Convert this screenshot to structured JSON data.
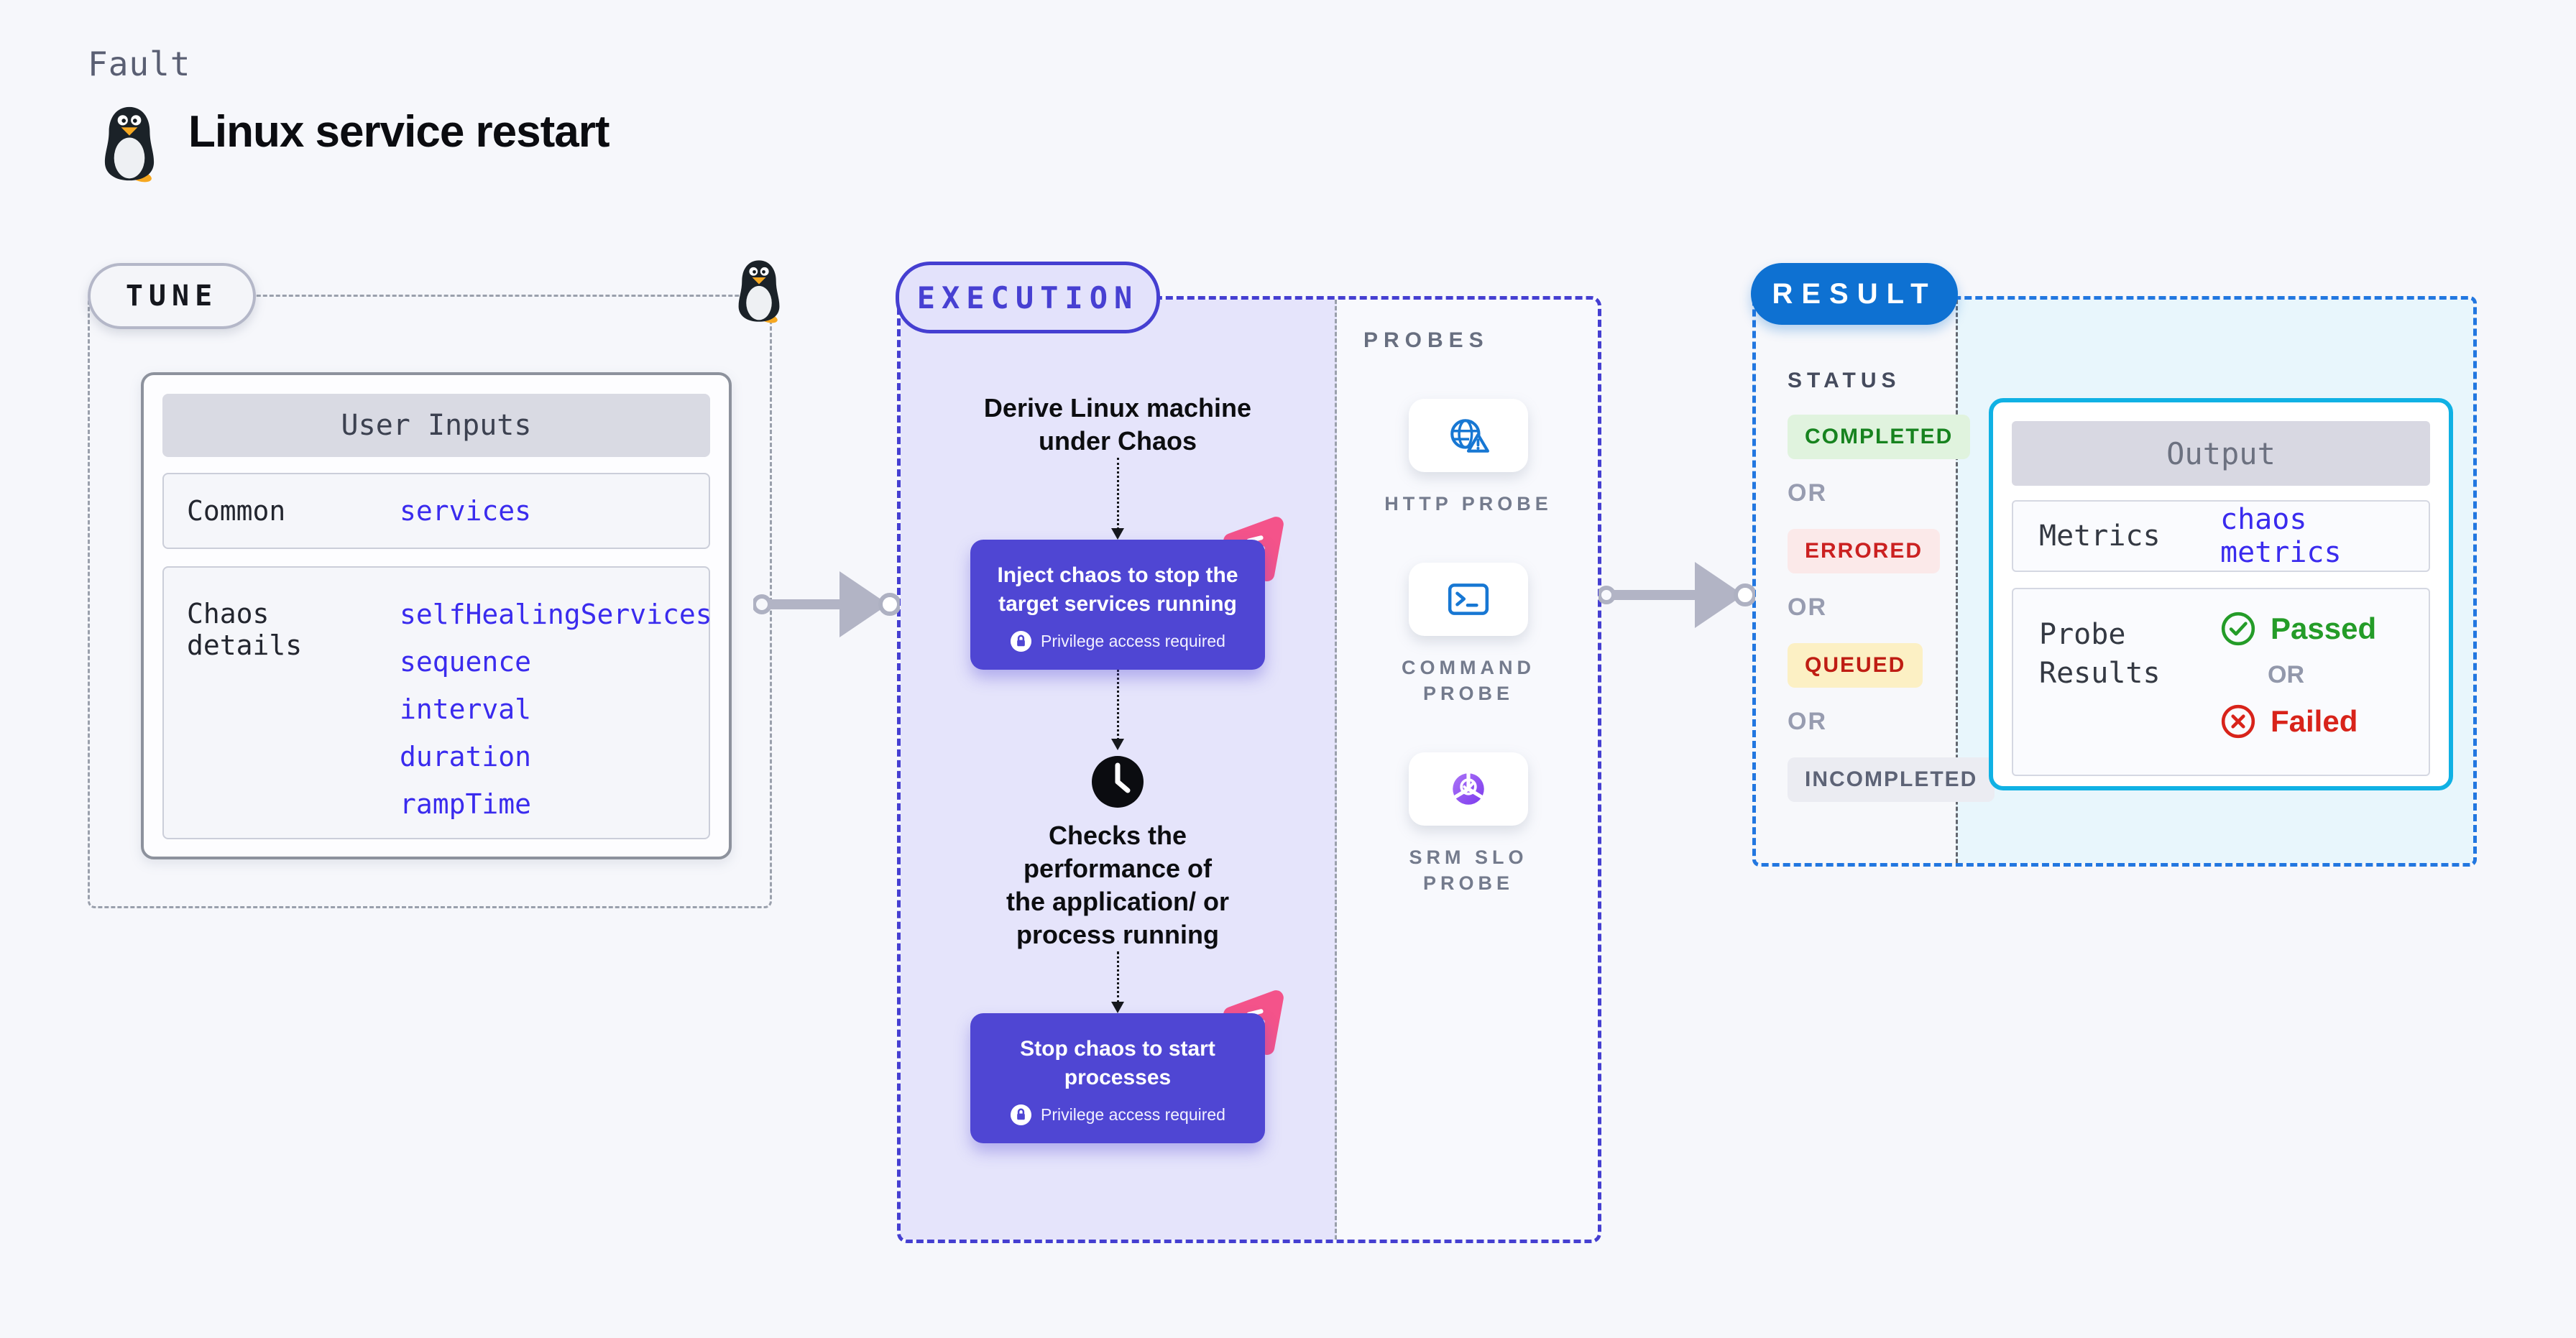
{
  "page": {
    "kicker": "Fault",
    "title": "Linux service restart",
    "icon": "penguin-icon"
  },
  "tune": {
    "badge": "TUNE",
    "corner_icon": "penguin-icon",
    "table": {
      "header": "User Inputs",
      "rows": [
        {
          "label": "Common",
          "values": [
            "services"
          ]
        },
        {
          "label": "Chaos details",
          "values": [
            "selfHealingServices",
            "sequence",
            "interval",
            "duration",
            "rampTime"
          ]
        }
      ]
    }
  },
  "execution": {
    "badge": "EXECUTION",
    "step1": "Derive Linux machine\nunder Chaos",
    "box1": {
      "title": "Inject chaos to stop the\ntarget services running",
      "badge": "Privilege access required",
      "icons": [
        "chaos-icon",
        "lock-icon"
      ]
    },
    "step2_icon": "clock-icon",
    "step2": "Checks the\nperformance of\nthe application/ or\nprocess running",
    "box2": {
      "title": "Stop chaos to start\nprocesses",
      "badge": "Privilege access required",
      "icons": [
        "chaos-icon",
        "lock-icon"
      ]
    }
  },
  "probes": {
    "title": "PROBES",
    "items": [
      {
        "label": "HTTP PROBE",
        "icon": "globe-alert-icon"
      },
      {
        "label": "COMMAND\nPROBE",
        "icon": "terminal-icon"
      },
      {
        "label": "SRM SLO\nPROBE",
        "icon": "slo-donut-icon"
      }
    ]
  },
  "result": {
    "badge": "RESULT",
    "status": {
      "title": "STATUS",
      "separator": "OR",
      "items": [
        "COMPLETED",
        "ERRORED",
        "QUEUED",
        "INCOMPLETED"
      ]
    },
    "output": {
      "header": "Output",
      "metrics_label": "Metrics",
      "metrics_value": "chaos metrics",
      "probe_results_label": "Probe\nResults",
      "passed": "Passed",
      "or": "OR",
      "failed": "Failed",
      "passed_icon": "check-circle-icon",
      "failed_icon": "x-circle-icon"
    }
  },
  "colors": {
    "background": "#f6f7fb",
    "execution_accent": "#453fd1",
    "execution_fill": "#e5e4fb",
    "purple_box": "#4f46d3",
    "chaos_pink": "#f4538a",
    "result_accent": "#2277e0",
    "result_pill": "#0e71d2",
    "output_border": "#10b1e4",
    "output_fill": "#e8f6fc",
    "link_blue": "#3a2bee",
    "probe_blue": "#1777d3",
    "srm_purple": "#7c3aed",
    "completed_green": "#17831f",
    "errored_red": "#cb2121",
    "queued_red": "#bf1d13",
    "incompleted_grey": "#5d6376",
    "passed_green": "#249c28",
    "failed_red": "#d8231a",
    "arrow_grey": "#b2b4c5"
  }
}
